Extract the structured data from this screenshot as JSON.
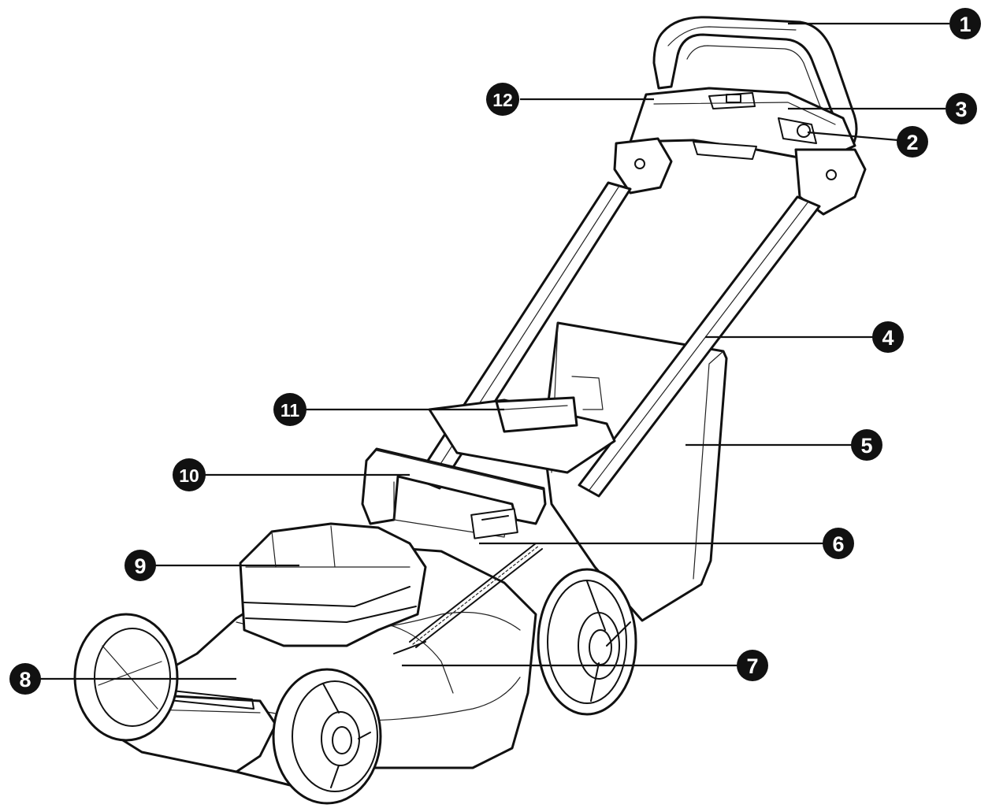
{
  "diagram": {
    "callouts": [
      {
        "id": "c1",
        "label": "1"
      },
      {
        "id": "c2",
        "label": "2"
      },
      {
        "id": "c3",
        "label": "3"
      },
      {
        "id": "c4",
        "label": "4"
      },
      {
        "id": "c5",
        "label": "5"
      },
      {
        "id": "c6",
        "label": "6"
      },
      {
        "id": "c7",
        "label": "7"
      },
      {
        "id": "c8",
        "label": "8"
      },
      {
        "id": "c9",
        "label": "9"
      },
      {
        "id": "c10",
        "label": "10"
      },
      {
        "id": "c11",
        "label": "11"
      },
      {
        "id": "c12",
        "label": "12"
      }
    ],
    "colors": {
      "ink": "#111111",
      "background": "#ffffff"
    }
  }
}
